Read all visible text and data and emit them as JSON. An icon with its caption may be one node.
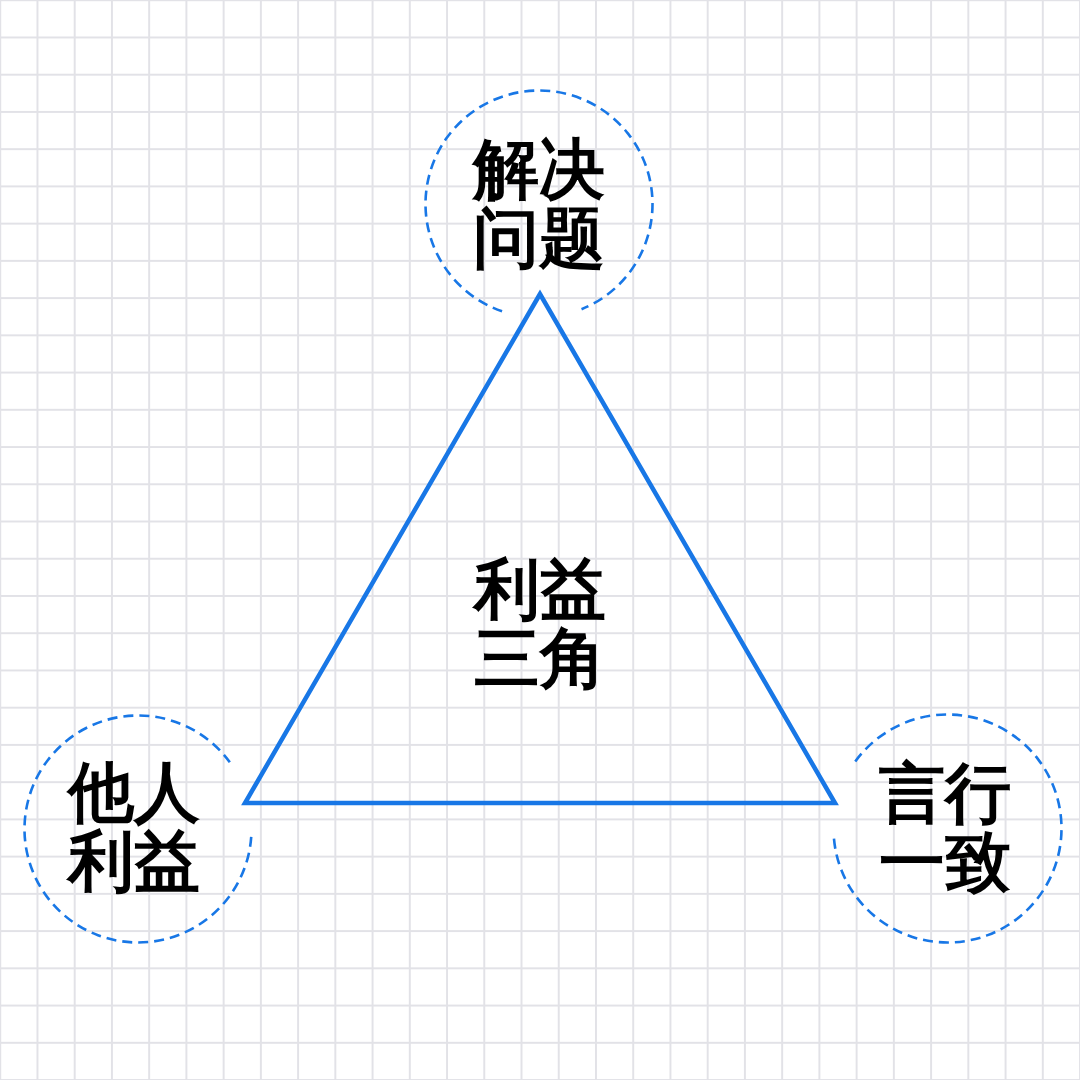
{
  "diagram": {
    "nodes": [
      {
        "text": [
          "解决问题"
        ]
      },
      {
        "text": [
          "利益三角"
        ]
      },
      {
        "text": [
          "他人利益"
        ]
      },
      {
        "text": [
          "言行一致"
        ]
      }
    ]
  }
}
